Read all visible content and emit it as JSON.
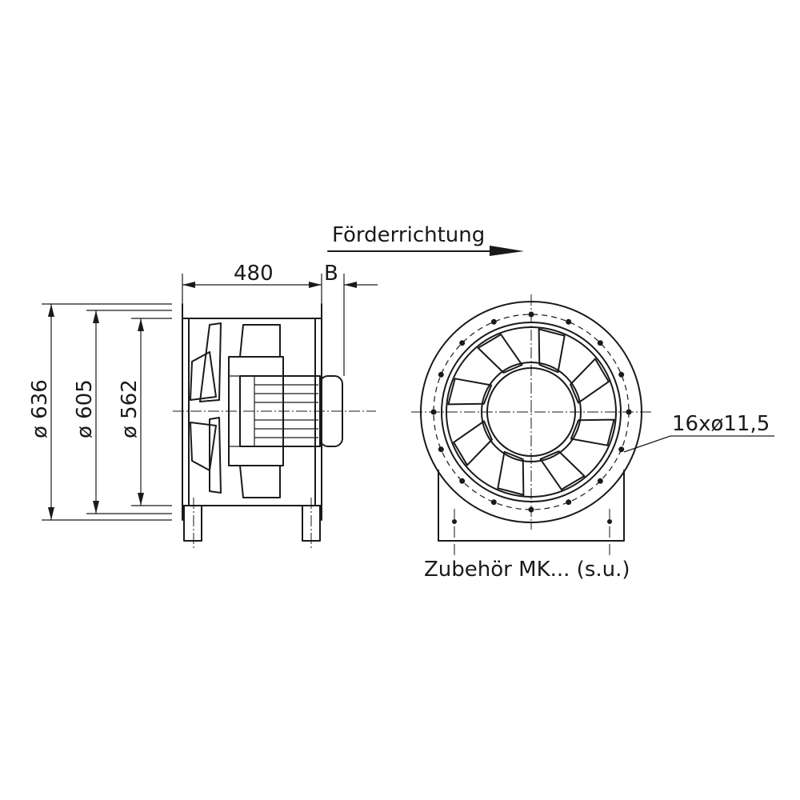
{
  "labels": {
    "flow_direction": "Förderrichtung",
    "length": "480",
    "b": "B",
    "dia_636": "ø 636",
    "dia_605": "ø 605",
    "dia_562": "ø 562",
    "holes": "16xø11,5",
    "accessory": "Zubehör MK... (s.u.)"
  },
  "blade_count": 8,
  "flange_hole_count": 16
}
